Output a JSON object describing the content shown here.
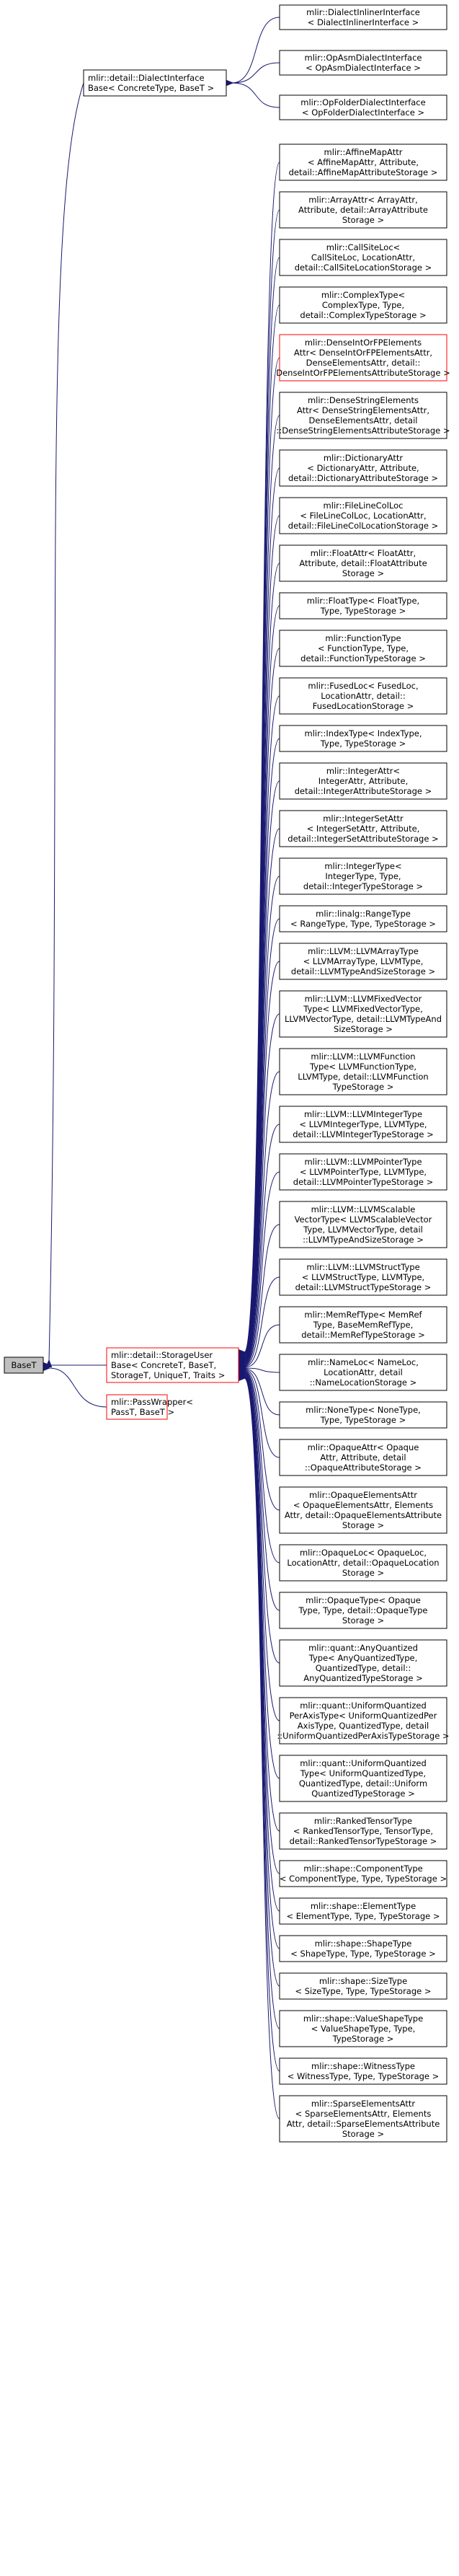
{
  "colors": {
    "edge": "#191970",
    "border": "#000000",
    "border_highlight": "#ff0000",
    "root_fill": "#bfbfbf",
    "node_fill": "#ffffff"
  },
  "nodes": {
    "baset": {
      "lines": [
        "BaseT"
      ]
    },
    "storage_user": {
      "lines": [
        "mlir::detail::StorageUser",
        "Base< ConcreteT, BaseT,",
        "StorageT, UniqueT, Traits >"
      ]
    },
    "pass_wrapper": {
      "lines": [
        "mlir::PassWrapper<",
        "PassT, BaseT >"
      ]
    },
    "dialect_interface_base": {
      "lines": [
        "mlir::detail::DialectInterface",
        "Base< ConcreteType, BaseT >"
      ]
    },
    "dialect_inline_interface": {
      "lines": [
        "mlir::DialectInlinerInterface",
        "< DialectInlinerInterface >"
      ]
    },
    "op_asm_dialect_interface": {
      "lines": [
        "mlir::OpAsmDialectInterface",
        "< OpAsmDialectInterface >"
      ]
    },
    "op_folder_dialect_interface": {
      "lines": [
        "mlir::OpFolderDialectInterface",
        "< OpFolderDialectInterface >"
      ]
    },
    "children": [
      {
        "lines": [
          "mlir::AffineMapAttr",
          "< AffineMapAttr, Attribute,",
          "detail::AffineMapAttributeStorage >"
        ]
      },
      {
        "lines": [
          "mlir::ArrayAttr< ArrayAttr,",
          "Attribute, detail::ArrayAttribute",
          "Storage >"
        ]
      },
      {
        "lines": [
          "mlir::CallSiteLoc<",
          "CallSiteLoc, LocationAttr,",
          "detail::CallSiteLocationStorage >"
        ]
      },
      {
        "lines": [
          "mlir::ComplexType<",
          "ComplexType, Type,",
          "detail::ComplexTypeStorage >"
        ]
      },
      {
        "lines": [
          "mlir::DenseIntOrFPElements",
          "Attr< DenseIntOrFPElementsAttr,",
          "DenseElementsAttr, detail::",
          "DenseIntOrFPElementsAttributeStorage >"
        ]
      },
      {
        "lines": [
          "mlir::DenseStringElements",
          "Attr< DenseStringElementsAttr,",
          "DenseElementsAttr, detail",
          "::DenseStringElementsAttributeStorage >"
        ]
      },
      {
        "lines": [
          "mlir::DictionaryAttr",
          "< DictionaryAttr, Attribute,",
          "detail::DictionaryAttributeStorage >"
        ]
      },
      {
        "lines": [
          "mlir::FileLineColLoc",
          "< FileLineColLoc, LocationAttr,",
          "detail::FileLineColLocationStorage >"
        ]
      },
      {
        "lines": [
          "mlir::FloatAttr< FloatAttr,",
          "Attribute, detail::FloatAttribute",
          "Storage >"
        ]
      },
      {
        "lines": [
          "mlir::FloatType< FloatType,",
          "Type, TypeStorage >"
        ]
      },
      {
        "lines": [
          "mlir::FunctionType",
          "< FunctionType, Type,",
          "detail::FunctionTypeStorage >"
        ]
      },
      {
        "lines": [
          "mlir::FusedLoc< FusedLoc,",
          "LocationAttr, detail::",
          "FusedLocationStorage >"
        ]
      },
      {
        "lines": [
          "mlir::IndexType< IndexType,",
          "Type, TypeStorage >"
        ]
      },
      {
        "lines": [
          "mlir::IntegerAttr<",
          "IntegerAttr, Attribute,",
          "detail::IntegerAttributeStorage >"
        ]
      },
      {
        "lines": [
          "mlir::IntegerSetAttr",
          "< IntegerSetAttr, Attribute,",
          "detail::IntegerSetAttributeStorage >"
        ]
      },
      {
        "lines": [
          "mlir::IntegerType<",
          "IntegerType, Type,",
          "detail::IntegerTypeStorage >"
        ]
      },
      {
        "lines": [
          "mlir::linalg::RangeType",
          "< RangeType, Type, TypeStorage >"
        ]
      },
      {
        "lines": [
          "mlir::LLVM::LLVMArrayType",
          "< LLVMArrayType, LLVMType,",
          "detail::LLVMTypeAndSizeStorage >"
        ]
      },
      {
        "lines": [
          "mlir::LLVM::LLVMFixedVector",
          "Type< LLVMFixedVectorType,",
          "LLVMVectorType, detail::LLVMTypeAnd",
          "SizeStorage >"
        ]
      },
      {
        "lines": [
          "mlir::LLVM::LLVMFunction",
          "Type< LLVMFunctionType,",
          "LLVMType, detail::LLVMFunction",
          "TypeStorage >"
        ]
      },
      {
        "lines": [
          "mlir::LLVM::LLVMIntegerType",
          "< LLVMIntegerType, LLVMType,",
          "detail::LLVMIntegerTypeStorage >"
        ]
      },
      {
        "lines": [
          "mlir::LLVM::LLVMPointerType",
          "< LLVMPointerType, LLVMType,",
          "detail::LLVMPointerTypeStorage >"
        ]
      },
      {
        "lines": [
          "mlir::LLVM::LLVMScalable",
          "VectorType< LLVMScalableVector",
          "Type, LLVMVectorType, detail",
          "::LLVMTypeAndSizeStorage >"
        ]
      },
      {
        "lines": [
          "mlir::LLVM::LLVMStructType",
          "< LLVMStructType, LLVMType,",
          "detail::LLVMStructTypeStorage >"
        ]
      },
      {
        "lines": [
          "mlir::MemRefType< MemRef",
          "Type, BaseMemRefType,",
          "detail::MemRefTypeStorage >"
        ]
      },
      {
        "lines": [
          "mlir::NameLoc< NameLoc,",
          "LocationAttr, detail",
          "::NameLocationStorage >"
        ]
      },
      {
        "lines": [
          "mlir::NoneType< NoneType,",
          "Type, TypeStorage >"
        ]
      },
      {
        "lines": [
          "mlir::OpaqueAttr< Opaque",
          "Attr, Attribute, detail",
          "::OpaqueAttributeStorage >"
        ]
      },
      {
        "lines": [
          "mlir::OpaqueElementsAttr",
          "< OpaqueElementsAttr, Elements",
          "Attr, detail::OpaqueElementsAttribute",
          "Storage >"
        ]
      },
      {
        "lines": [
          "mlir::OpaqueLoc< OpaqueLoc,",
          "LocationAttr, detail::OpaqueLocation",
          "Storage >"
        ]
      },
      {
        "lines": [
          "mlir::OpaqueType< Opaque",
          "Type, Type, detail::OpaqueType",
          "Storage >"
        ]
      },
      {
        "lines": [
          "mlir::quant::AnyQuantized",
          "Type< AnyQuantizedType,",
          "QuantizedType, detail::",
          "AnyQuantizedTypeStorage >"
        ]
      },
      {
        "lines": [
          "mlir::quant::UniformQuantized",
          "PerAxisType< UniformQuantizedPer",
          "AxisType, QuantizedType, detail",
          "::UniformQuantizedPerAxisTypeStorage >"
        ]
      },
      {
        "lines": [
          "mlir::quant::UniformQuantized",
          "Type< UniformQuantizedType,",
          "QuantizedType, detail::Uniform",
          "QuantizedTypeStorage >"
        ]
      },
      {
        "lines": [
          "mlir::RankedTensorType",
          "< RankedTensorType, TensorType,",
          "detail::RankedTensorTypeStorage >"
        ]
      },
      {
        "lines": [
          "mlir::shape::ComponentType",
          "< ComponentType, Type, TypeStorage >"
        ]
      },
      {
        "lines": [
          "mlir::shape::ElementType",
          "< ElementType, Type, TypeStorage >"
        ]
      },
      {
        "lines": [
          "mlir::shape::ShapeType",
          "< ShapeType, Type, TypeStorage >"
        ]
      },
      {
        "lines": [
          "mlir::shape::SizeType",
          "< SizeType, Type, TypeStorage >"
        ]
      },
      {
        "lines": [
          "mlir::shape::ValueShapeType",
          "< ValueShapeType, Type,",
          "TypeStorage >"
        ]
      },
      {
        "lines": [
          "mlir::shape::WitnessType",
          "< WitnessType, Type, TypeStorage >"
        ]
      },
      {
        "lines": [
          "mlir::SparseElementsAttr",
          "< SparseElementsAttr, Elements",
          "Attr, detail::SparseElementsAttribute",
          "Storage >"
        ]
      }
    ]
  }
}
